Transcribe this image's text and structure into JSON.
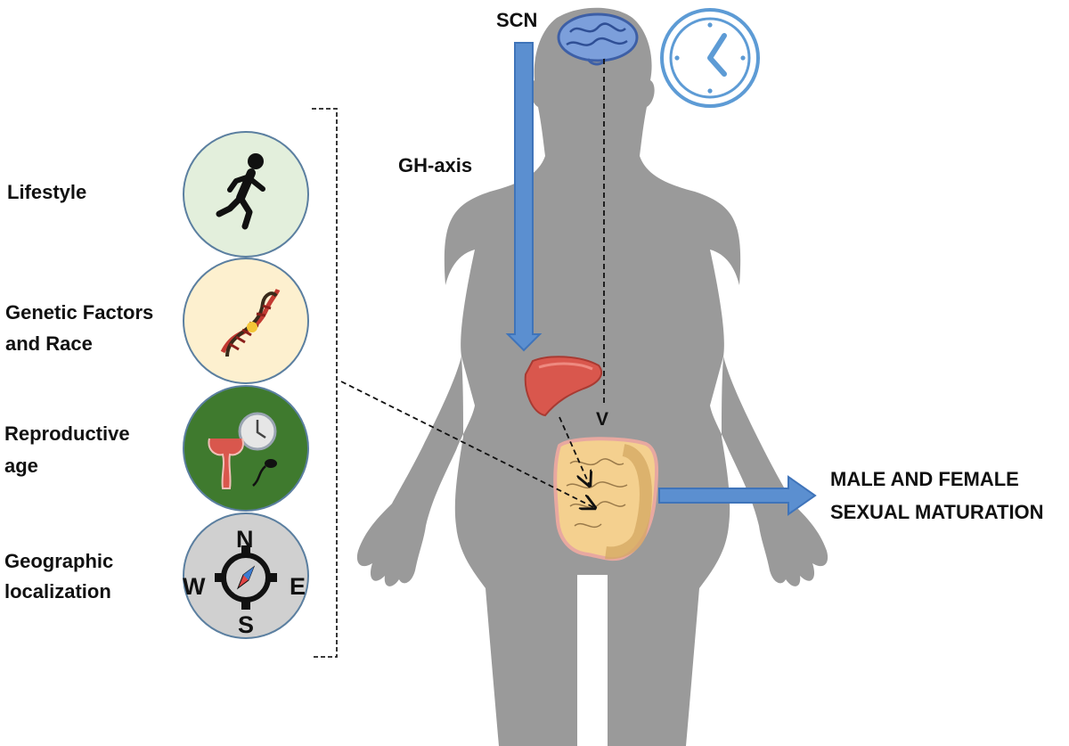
{
  "labels": {
    "scn": "SCN",
    "gh_axis": "GH-axis",
    "v_mark": "V",
    "outcome_line1": "MALE AND FEMALE",
    "outcome_line2": "SEXUAL MATURATION"
  },
  "factors": [
    {
      "line1": "Lifestyle",
      "line2": "",
      "icon": "running-person-icon",
      "bg": "#e3efdc"
    },
    {
      "line1": "Genetic Factors",
      "line2": "and Race",
      "icon": "dna-icon",
      "bg": "#fdf0cf"
    },
    {
      "line1": "Reproductive",
      "line2": "age",
      "icon": "reproduction-icon",
      "bg": "#3f7a2e"
    },
    {
      "line1": "Geographic",
      "line2": "localization",
      "icon": "compass-icon",
      "bg": "#d0d0d0"
    }
  ],
  "compass": {
    "n": "N",
    "s": "S",
    "e": "E",
    "w": "W"
  },
  "colors": {
    "body": "#9a9a9a",
    "arrow_blue": "#5b8fd0",
    "brain": "#7c9fdb",
    "clock": "#5d9bd5",
    "liver": "#d9574d",
    "intestine": "#f4d08f"
  }
}
